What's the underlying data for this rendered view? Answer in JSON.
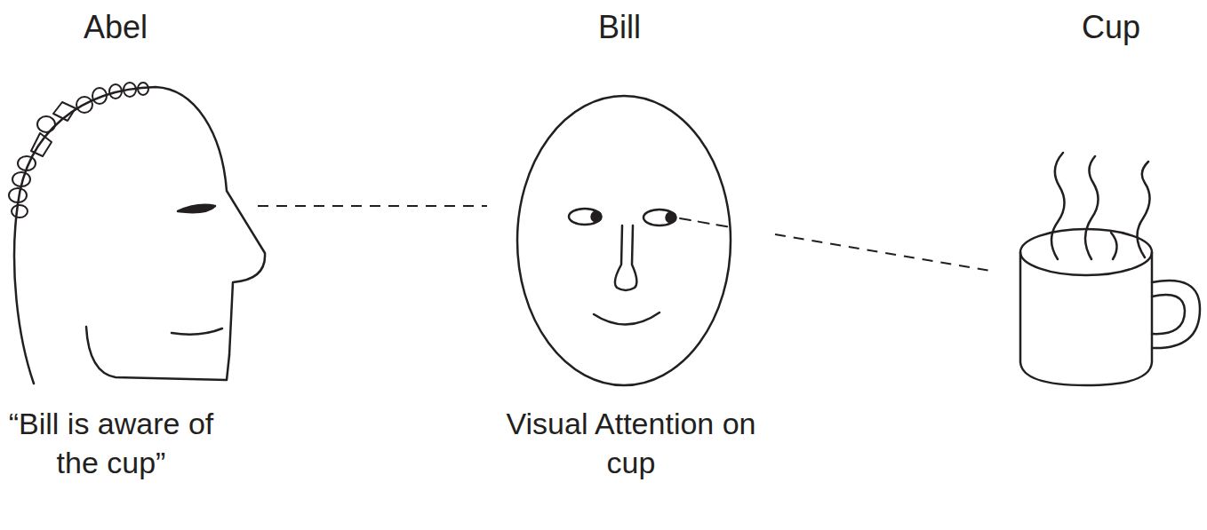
{
  "diagram": {
    "nodes": [
      {
        "text": [
          "Abel",
          "“Bill is aware of the cup”"
        ]
      },
      {
        "text": [
          "Bill",
          "Visual Attention on cup"
        ]
      },
      {
        "text": [
          "Cup"
        ]
      }
    ],
    "edges": [
      {
        "from": 0,
        "to": 1,
        "arrow": "none"
      },
      {
        "from": 1,
        "to": 2,
        "arrow": "none"
      }
    ]
  }
}
